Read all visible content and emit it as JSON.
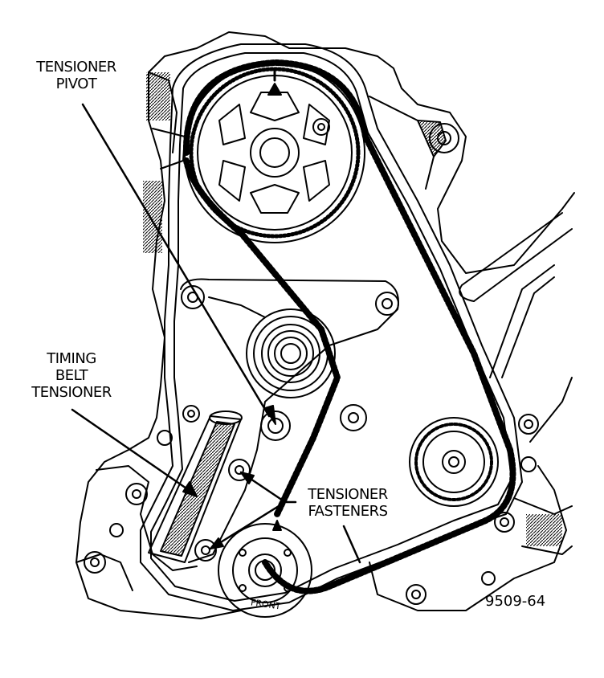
{
  "labels": {
    "tensioner_pivot": "TENSIONER\nPIVOT",
    "timing_belt_tensioner": "TIMING\nBELT\nTENSIONER",
    "tensioner_fasteners": "TENSIONER\nFASTENERS",
    "front_mark": "FRONT",
    "figure_ref": "9509-64"
  },
  "colors": {
    "ink": "#000000",
    "paper": "#ffffff"
  }
}
